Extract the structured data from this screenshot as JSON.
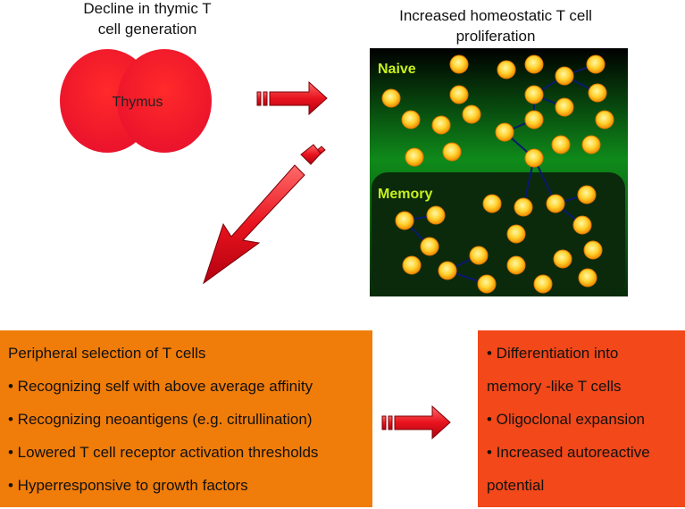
{
  "captions": {
    "thymus_decline": [
      "Decline in thymic T",
      "cell generation"
    ],
    "proliferation": [
      "Increased homeostatic T cell",
      "proliferation"
    ]
  },
  "thymus": {
    "label": "Thymus",
    "color": "#ee1b24"
  },
  "panel": {
    "naive_label": "Naive",
    "memory_label": "Memory",
    "label_color": "#c8f01e"
  },
  "peripheral_box": {
    "color": "#f07c0a",
    "lines": [
      "Peripheral selection of T cells",
      "• Recognizing self with above average affinity",
      "• Recognizing neoantigens (e.g. citrullination)",
      "• Lowered T cell receptor activation thresholds",
      "• Hyperresponsive to growth factors"
    ]
  },
  "outcome_box": {
    "color": "#f2481a",
    "lines": [
      "• Differentiation into",
      "memory -like T cells",
      "• Oligoclonal expansion",
      "• Increased autoreactive",
      "potential"
    ]
  },
  "arrow_color": "#e8141e"
}
